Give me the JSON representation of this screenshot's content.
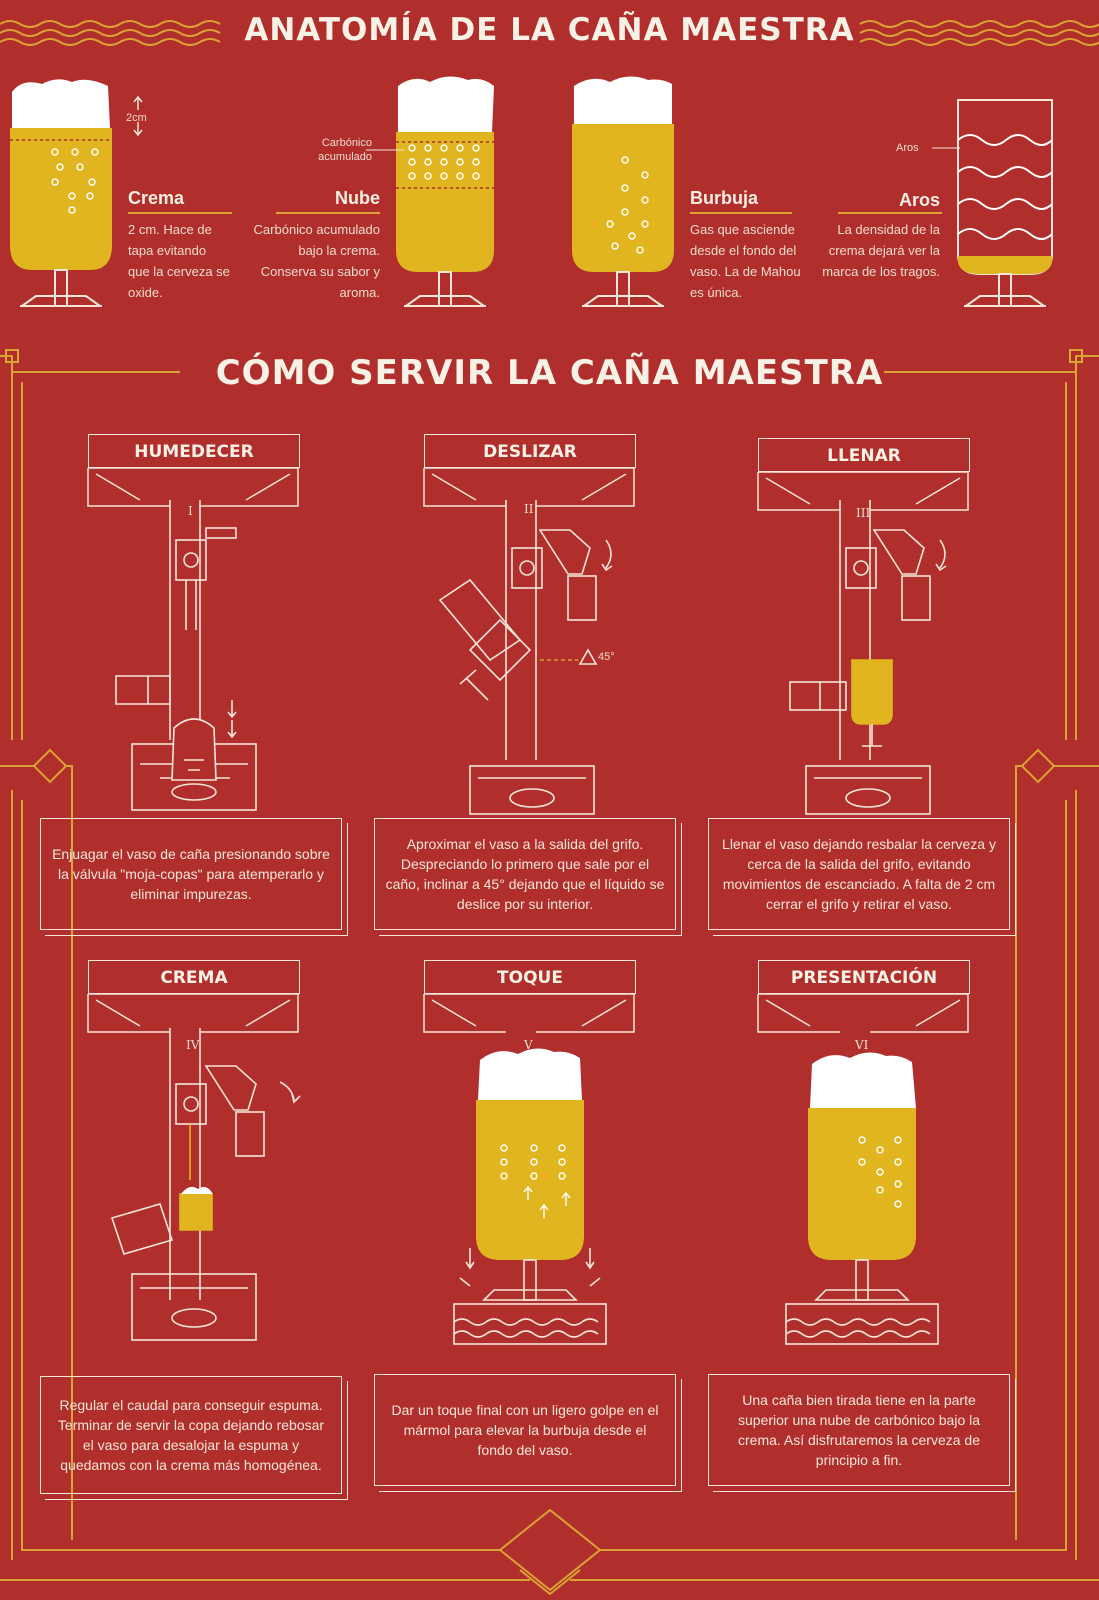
{
  "colors": {
    "background": "#b02e2c",
    "beer": "#e0b520",
    "foam": "#ffffff",
    "gold": "#d9a431",
    "line": "#f3e6d8"
  },
  "anatomy": {
    "title": "ANATOMÍA DE LA CAÑA MAESTRA",
    "height_note": "2cm",
    "items": [
      {
        "label": "Crema",
        "text": "2 cm. Hace de tapa evitando que la cerveza se oxide."
      },
      {
        "label": "Nube",
        "text": "Carbónico acumulado bajo la crema. Conserva su sabor y aroma.",
        "callout": "Carbónico acumulado"
      },
      {
        "label": "Burbuja",
        "text": "Gas que asciende desde el fondo del vaso. La de Mahou es única."
      },
      {
        "label": "Aros",
        "text": "La densidad de la crema dejará ver la marca de los tragos.",
        "callout": "Aros"
      }
    ]
  },
  "howto": {
    "title": "CÓMO SERVIR LA CAÑA MAESTRA",
    "angle_label": "45°",
    "steps": [
      {
        "name": "HUMEDECER",
        "numeral": "I",
        "text": "Enjuagar el vaso de caña presionando sobre la válvula \"moja-copas\" para atemperarlo y eliminar impurezas."
      },
      {
        "name": "DESLIZAR",
        "numeral": "II",
        "text": "Aproximar el vaso a la salida del grifo. Despreciando lo primero que sale por el caño, inclinar a 45° dejando que el líquido se deslice por su interior."
      },
      {
        "name": "LLENAR",
        "numeral": "III",
        "text": "Llenar el vaso dejando resbalar la cerveza y cerca de la salida del grifo, evitando movimientos de escanciado. A falta de 2 cm cerrar el grifo y retirar el vaso."
      },
      {
        "name": "CREMA",
        "numeral": "IV",
        "text": "Regular el caudal para conseguir espuma. Terminar de servir la copa dejando rebosar el vaso para desalojar la espuma y quedamos con la crema más homogénea."
      },
      {
        "name": "TOQUE",
        "numeral": "V",
        "text": "Dar un toque final con un ligero golpe en el mármol para elevar la burbuja desde el fondo del vaso."
      },
      {
        "name": "PRESENTACIÓN",
        "numeral": "VI",
        "text": "Una caña bien tirada tiene en la parte superior una nube de carbónico bajo la crema. Así disfrutaremos la cerveza de principio a fin."
      }
    ]
  }
}
